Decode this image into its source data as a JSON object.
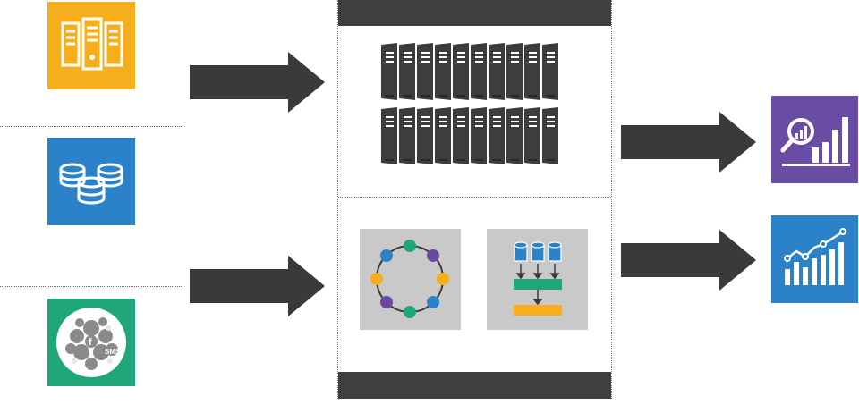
{
  "sources": [
    {
      "name": "servers",
      "color": "#f6ae1c",
      "icon": "server-rack-icon"
    },
    {
      "name": "databases",
      "color": "#2b82c9",
      "icon": "database-stack-icon"
    },
    {
      "name": "social-media",
      "color": "#1fa67a",
      "icon": "social-media-cluster-icon"
    }
  ],
  "social_labels": {
    "sms": "SMS",
    "facebook": "f"
  },
  "center": {
    "bar_color": "#3f3f3f",
    "panel_color": "#c9c9c9",
    "node_colors": [
      "#1fa67a",
      "#2b82c9",
      "#f6ae1c",
      "#6a4aa0"
    ]
  },
  "outputs": [
    {
      "name": "analytics",
      "color": "#6b4ca5",
      "icon": "magnifier-chart-icon"
    },
    {
      "name": "reporting",
      "color": "#2b82c9",
      "icon": "trend-chart-icon"
    }
  ],
  "arrow_color": "#3a3a3a"
}
